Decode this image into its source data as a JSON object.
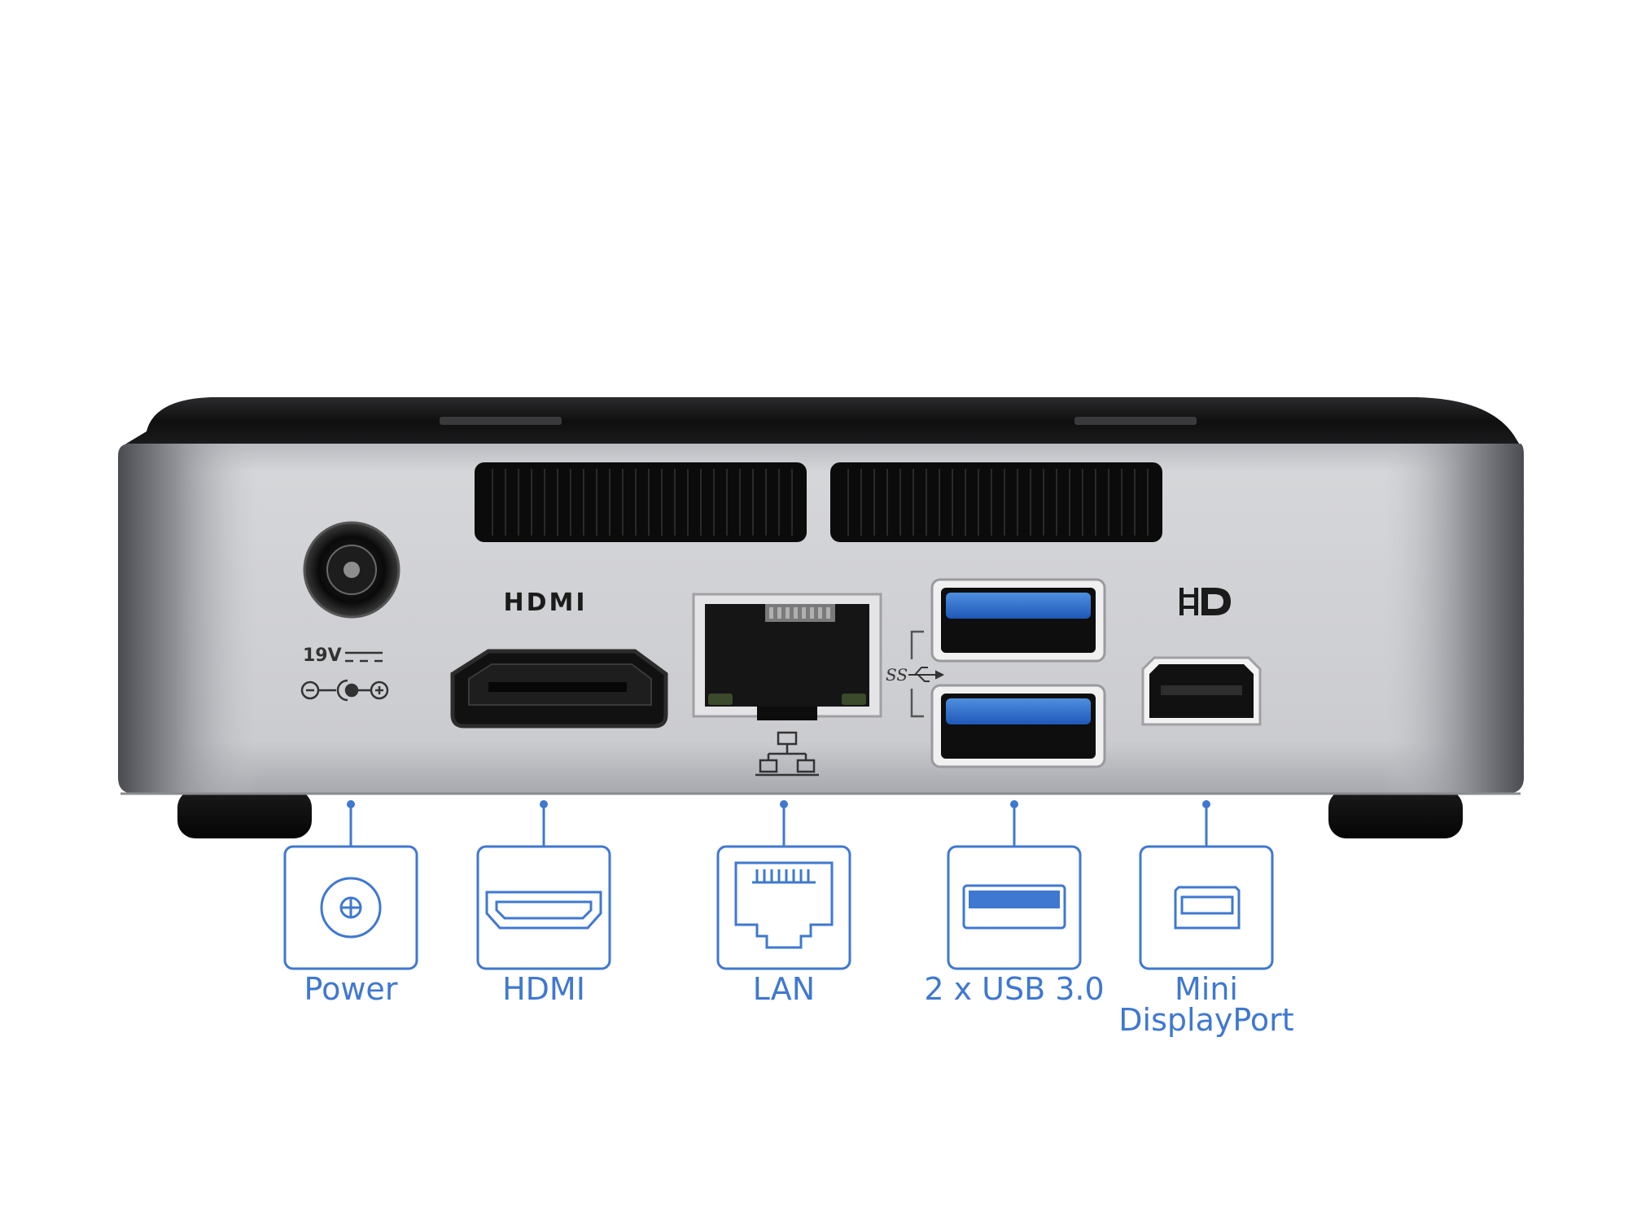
{
  "device": {
    "printed": {
      "hdmi_logo": "HDMI",
      "power_rating": "19V",
      "usb_ss_mark": "SS"
    }
  },
  "colors": {
    "accent": "#3f78d0",
    "chassis_silver": "#c8c9cd",
    "chassis_black": "#141414"
  },
  "ports": [
    {
      "id": "power",
      "label": "Power",
      "icon": "power-jack-icon"
    },
    {
      "id": "hdmi",
      "label": "HDMI",
      "icon": "hdmi-port-icon"
    },
    {
      "id": "lan",
      "label": "LAN",
      "icon": "ethernet-port-icon"
    },
    {
      "id": "usb",
      "label": "2 x USB 3.0",
      "icon": "usb-port-icon"
    },
    {
      "id": "minidp",
      "label": "Mini\nDisplayPort",
      "icon": "mini-displayport-icon"
    }
  ]
}
